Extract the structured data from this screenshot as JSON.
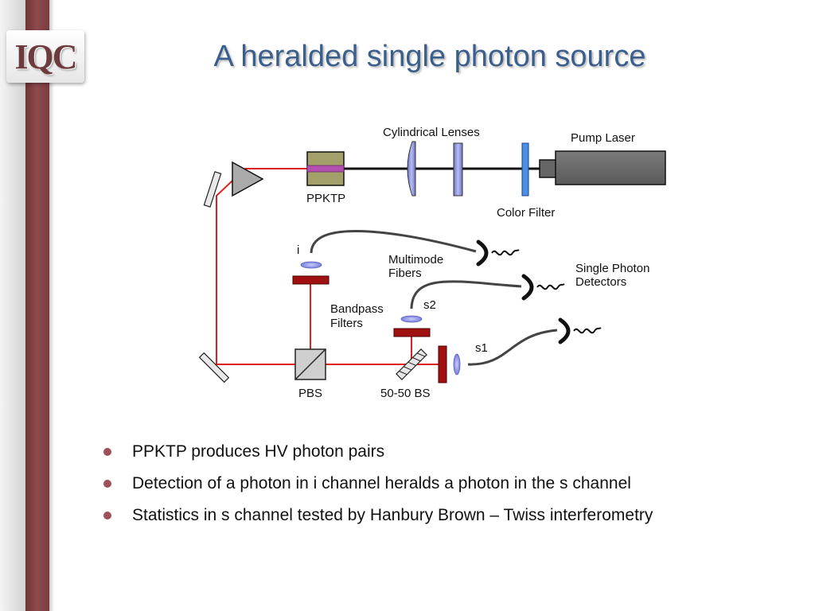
{
  "logo": {
    "text": "IQC"
  },
  "title": "A heralded single photon source",
  "diagram": {
    "labels": {
      "cylindrical_lenses": "Cylindrical Lenses",
      "pump_laser": "Pump Laser",
      "ppktp": "PPKTP",
      "color_filter": "Color Filter",
      "i": "i",
      "multimode_fibers_line1": "Multimode",
      "multimode_fibers_line2": "Fibers",
      "single_photon_detectors_line1": "Single Photon",
      "single_photon_detectors_line2": "Detectors",
      "s2": "s2",
      "bandpass_filters_line1": "Bandpass",
      "bandpass_filters_line2": "Filters",
      "s1": "s1",
      "pbs": "PBS",
      "bs": "50-50 BS"
    },
    "colors": {
      "beam": "#e02020",
      "pump_beam": "#111111",
      "laser_body": "#6b6b6b",
      "lens_blue": "#7b80d8",
      "filter_red": "#a01010",
      "fiber": "#444444",
      "crystal": "#a3a06a",
      "crystal_stripe": "#b24fb0"
    }
  },
  "bullets": [
    "PPKTP produces HV photon pairs",
    "Detection of a photon in i channel heralds a photon in the s channel",
    "Statistics in s channel tested by Hanbury Brown – Twiss interferometry"
  ]
}
